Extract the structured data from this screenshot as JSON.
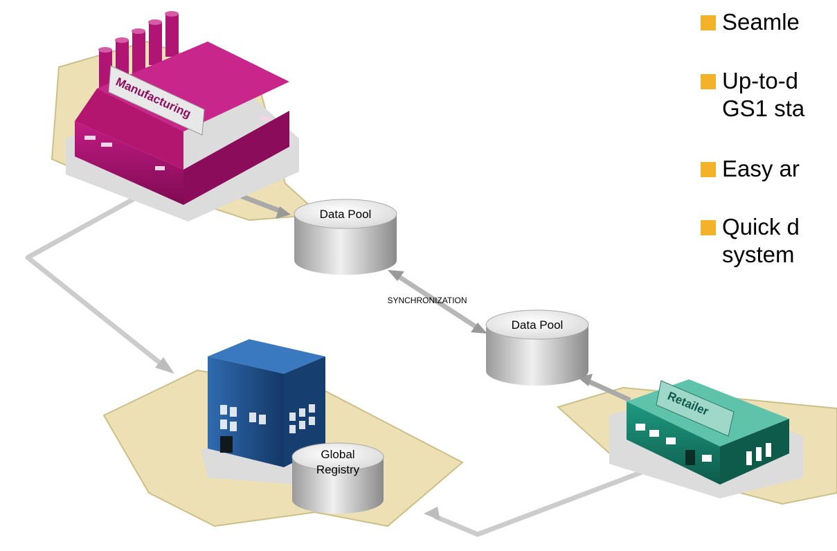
{
  "nodes": {
    "manufacturing_sign": "Manufacturing",
    "retailer_sign": "Retailer",
    "data_pool_1": "Data Pool",
    "data_pool_2": "Data Pool",
    "global_registry": [
      "Global",
      "Registry"
    ]
  },
  "edges": {
    "synchronization_label": "SYNCHRONIZATION"
  },
  "bullets": [
    {
      "lines": [
        "Seamle"
      ]
    },
    {
      "lines": [
        "Up-to-d",
        "GS1 sta"
      ]
    },
    {
      "lines": [
        "Easy ar"
      ]
    },
    {
      "lines": [
        "Quick d",
        "system"
      ]
    }
  ],
  "colors": {
    "bullet": "#f2b32a",
    "arrow": "#cccccc",
    "ground": "#ece0b4",
    "manufacturing": "#a8106e",
    "registry": "#1c4d8a",
    "retailer": "#157a66"
  }
}
